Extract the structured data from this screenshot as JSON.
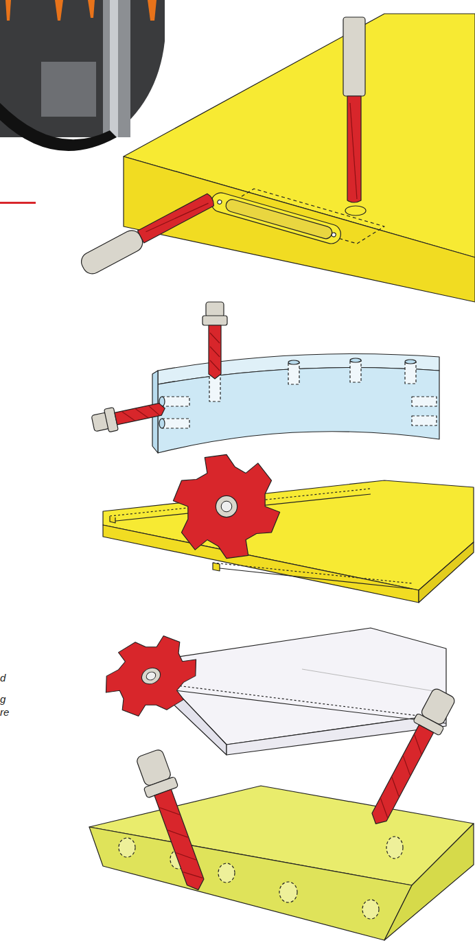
{
  "diagram": {
    "labels": [
      "d",
      "g",
      "re"
    ]
  }
}
